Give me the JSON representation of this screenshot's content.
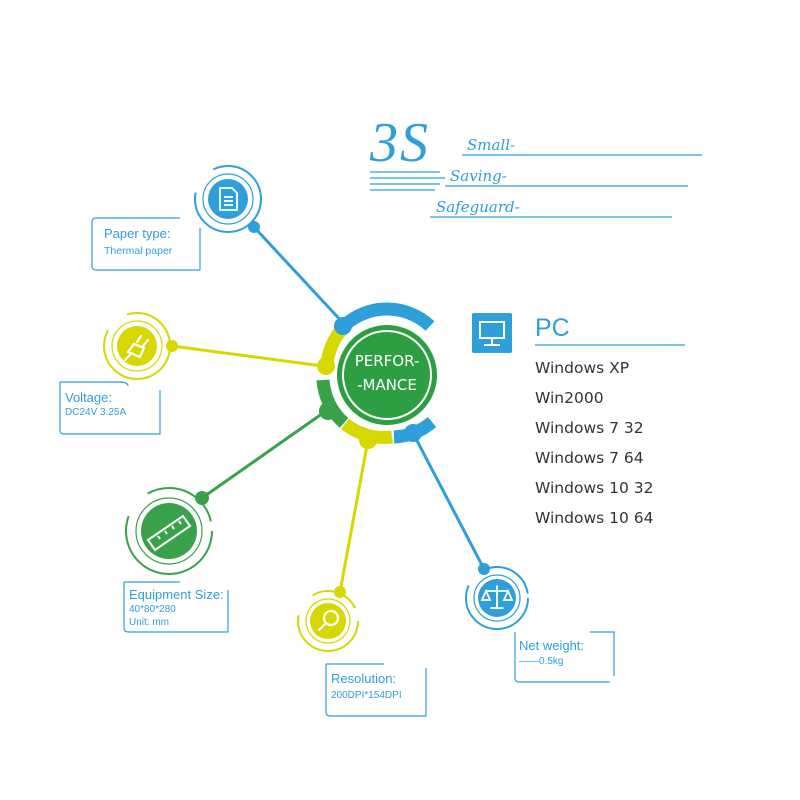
{
  "header": {
    "big": "3S",
    "taglines": [
      "Small-",
      "Saving-",
      "Safeguard-"
    ]
  },
  "center": {
    "line1": "PERFOR-",
    "line2": "-MANCE"
  },
  "specs": {
    "paper": {
      "title": "Paper type:",
      "value": "Thermal paper"
    },
    "voltage": {
      "title": "Voltage:",
      "value": "DC24V 3.25A"
    },
    "size": {
      "title": "Equipment Size:",
      "value1": "40*80*280",
      "value2": "Unit: mm"
    },
    "resolution": {
      "title": "Resolution:",
      "value": "200DPI*154DPI"
    },
    "weight": {
      "title": "Net weight:",
      "value": "——0.5kg"
    }
  },
  "pc": {
    "title": "PC",
    "items": [
      "Windows XP",
      "Win2000",
      "Windows 7 32",
      "Windows 7 64",
      "Windows 10 32",
      "Windows 10 64"
    ]
  },
  "colors": {
    "blue": "#2f9fd9",
    "green": "#3aa14b",
    "yellow": "#d6d800"
  },
  "icons": [
    "document-icon",
    "plug-icon",
    "ruler-icon",
    "magnifier-icon",
    "scale-icon",
    "monitor-icon"
  ]
}
